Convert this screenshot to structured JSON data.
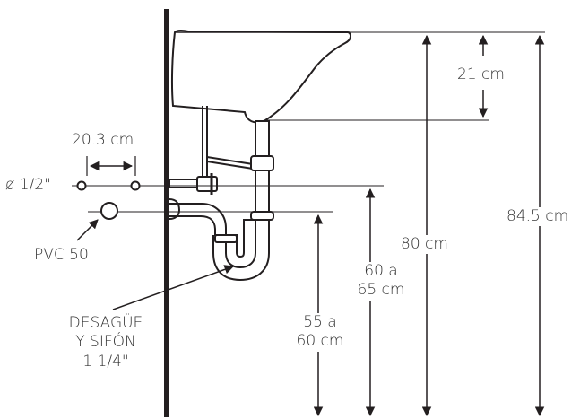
{
  "diagram": {
    "labels": {
      "dim_basin_depth": "21 cm",
      "dim_supply_spacing": "20.3 cm",
      "supply_diameter": "ø 1/2\"",
      "drain_pipe": "PVC 50",
      "drain_trap_line1": "DESAGÜE",
      "drain_trap_line2": "Y SIFÓN",
      "drain_trap_line3": "1 1/4\"",
      "dim_rim_height": "80 cm",
      "dim_total_height": "84.5 cm",
      "dim_supply_height_line1": "60 a",
      "dim_supply_height_line2": "65 cm",
      "dim_drain_height_line1": "55 a",
      "dim_drain_height_line2": "60 cm"
    },
    "colors": {
      "ink": "#231f20",
      "text": "#333333"
    }
  }
}
